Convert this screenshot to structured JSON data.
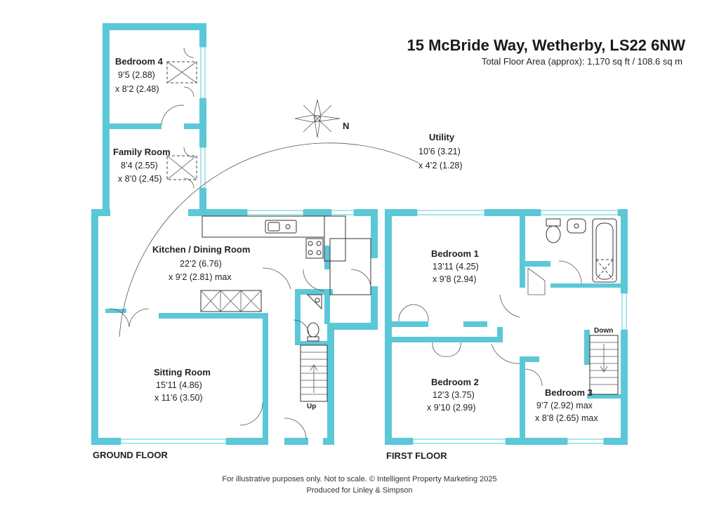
{
  "title": "15 McBride Way, Wetherby, LS22 6NW",
  "subtitle": "Total Floor Area (approx): 1,170 sq ft / 108.6 sq m",
  "compass_label": "N",
  "ground_floor": {
    "label": "GROUND FLOOR",
    "rooms": {
      "bedroom4": {
        "name": "Bedroom 4",
        "dim1": "9’5 (2.88)",
        "dim2": "x 8’2 (2.48)"
      },
      "family_room": {
        "name": "Family Room",
        "dim1": "8’4 (2.55)",
        "dim2": "x 8’0 (2.45)"
      },
      "kitchen": {
        "name": "Kitchen / Dining Room",
        "dim1": "22’2 (6.76)",
        "dim2": "x 9’2 (2.81) max"
      },
      "sitting_room": {
        "name": "Sitting Room",
        "dim1": "15’11 (4.86)",
        "dim2": "x 11’6 (3.50)"
      },
      "utility": {
        "name": "Utility",
        "dim1": "10’6 (3.21)",
        "dim2": "x 4’2 (1.28)"
      }
    },
    "stairs_label": "Up"
  },
  "first_floor": {
    "label": "FIRST FLOOR",
    "rooms": {
      "bedroom1": {
        "name": "Bedroom 1",
        "dim1": "13’11 (4.25)",
        "dim2": "x 9’8 (2.94)"
      },
      "bedroom2": {
        "name": "Bedroom 2",
        "dim1": "12’3 (3.75)",
        "dim2": "x 9’10 (2.99)"
      },
      "bedroom3": {
        "name": "Bedroom 3",
        "dim1": "9’7 (2.92) max",
        "dim2": "x 8’8 (2.65) max"
      }
    },
    "stairs_label": "Down"
  },
  "footer": {
    "line1": "For illustrative purposes only. Not to scale. © Intelligent Property Marketing 2025",
    "line2": "Produced for Linley & Simpson"
  },
  "colors": {
    "wall": "#5bc8d8",
    "text": "#222222"
  }
}
